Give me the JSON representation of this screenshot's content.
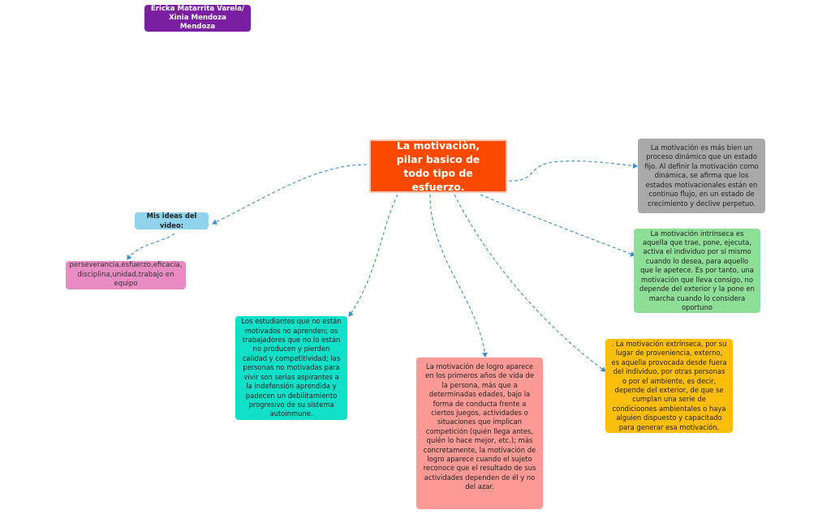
{
  "author": {
    "text": "Ericka Matarrita Varela/ Xinia Mendoza Mendoza",
    "color": "#7b1fa2"
  },
  "central": {
    "text": "La motivaciòn, pilar basico de todo tipo de esfuerzo.",
    "color": "#fb4a00"
  },
  "ideas": {
    "text": "Mis ideas del video:",
    "color": "#8fd4ec"
  },
  "values": {
    "text": "perseverancia,esfuerzo,eficacia, disciplina,unidad,trabajo en equipo",
    "color": "#e98cc4"
  },
  "definition": {
    "text": "La motivación es más bien un proceso dinámico que un estado fijo. Al definir la motivación como dinámica, se afirma que los estados motivacionales están en continuo flujo, en un estado de crecimiento y declive perpetuo.",
    "color": "#a9a9a9"
  },
  "intrinsic": {
    "text": "La motivación intrínseca es aquella que trae, pone, ejecuta, activa el individuo por sí mismo cuando lo desea, para aquello que le apetece. Es por tanto, una motivación que lleva consigo, no depende del exterior y la pone en marcha cuando lo considera oportuno",
    "color": "#8ede98"
  },
  "extrinsic": {
    "text": ". La motivación extrínseca, por su lugar de proveniencia, externo, es aquella provocada desde fuera del individuo, por otras personas o por el ambiente, es decir, depende del exterior, de que se cumplan una serie de condicioones ambientales o haya alguien dispuesto y capacitado para generar esa motivación.",
    "color": "#fdbe0a"
  },
  "achievement": {
    "text": "La motivación de logro aparece en los primeros años de vida de la persona, más que a determinadas edades, bajo la forma de conducta frente a ciertos juegos, actividades o situaciones que implican competición (quién llega antes, quién lo hace mejor, etc.); más concretamente, la motivación de logro aparece cuando el sujeto reconoce que el resultado de sus actividades dependen de él y no del azar.",
    "color": "#fd9a96"
  },
  "students": {
    "text": "Los estudiantes que no están motivados no aprenden; os trabajadores que no lo están no producen y pierden calidad y competitividad; las personas no motivadas para vivir son serias aspirantes a la indefensión aprendida y padecen un debilitamiento progresivo de su sistema autoinmune.",
    "color": "#10e0c8"
  },
  "link_color": "#3b8fd0"
}
